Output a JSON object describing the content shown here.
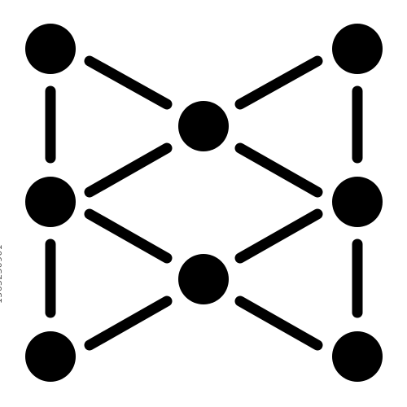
{
  "icon": {
    "name": "network-nodes-icon",
    "fill_color": "#000000",
    "background_color": "#ffffff",
    "node_count": 8,
    "link_count": 12
  },
  "watermark": {
    "id_text": "1563230901"
  }
}
